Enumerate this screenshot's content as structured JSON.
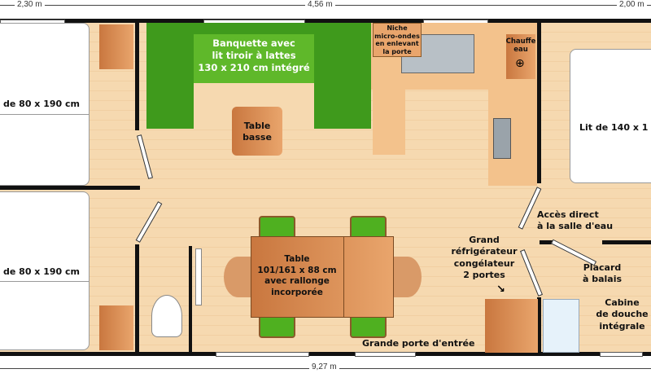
{
  "dimensions": {
    "left": "2,30 m",
    "middle": "4,56 m",
    "right": "2,00 m",
    "total": "9,27 m"
  },
  "labels": {
    "bed_upper_left": "de 80 x 190 cm",
    "bed_lower_left": "de 80 x 190 cm",
    "banquette": [
      "Banquette avec",
      "lit tiroir à lattes",
      "130 x 210 cm intégré"
    ],
    "niche": [
      "Niche",
      "micro-ondes",
      "en enlevant",
      "la porte"
    ],
    "chauffe_eau": [
      "Chauffe",
      "eau"
    ],
    "table_basse": [
      "Table",
      "basse"
    ],
    "bed_right": "Lit de 140 x 1",
    "acces": [
      "Accès direct",
      "à la salle d'eau"
    ],
    "table": [
      "Table",
      "101/161 x 88 cm",
      "avec rallonge",
      "incorporée"
    ],
    "fridge": [
      "Grand",
      "réfrigérateur",
      "congélateur",
      "2 portes"
    ],
    "placard": [
      "Placard",
      "à balais"
    ],
    "douche": [
      "Cabine",
      "de douche",
      "intégrale"
    ],
    "entree": "Grande porte d'entrée"
  },
  "colors": {
    "floor": "#f6d9b0",
    "banquette": "#5fb82a",
    "wall": "#111111"
  }
}
